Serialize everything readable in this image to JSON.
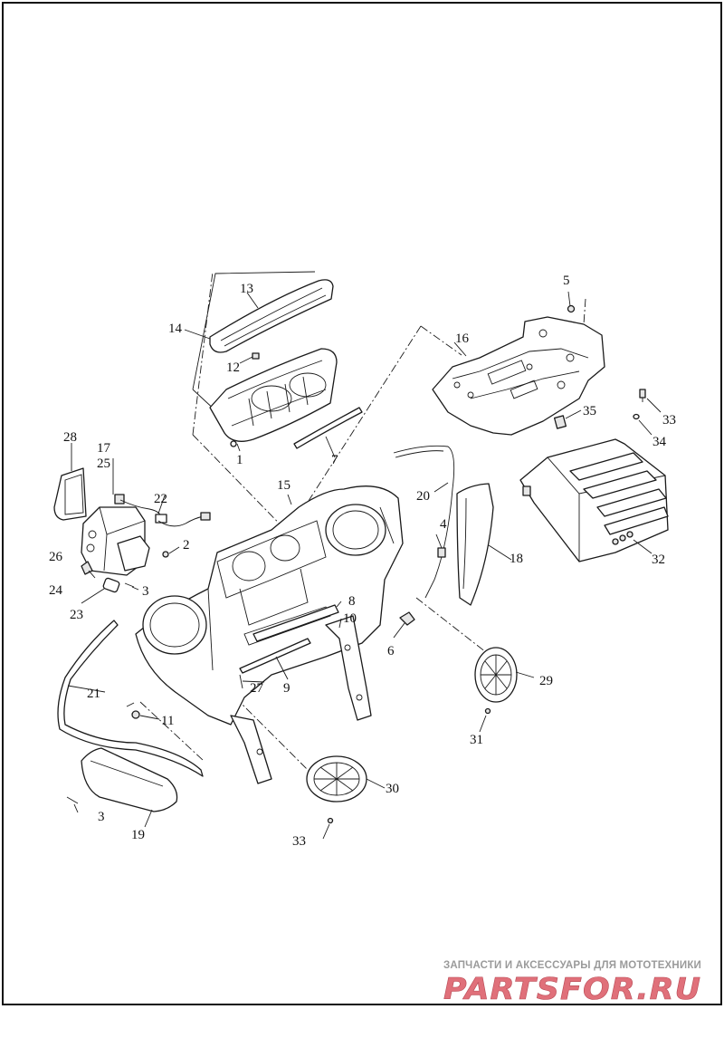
{
  "diagram": {
    "callouts": [
      "1",
      "2",
      "3",
      "3",
      "3",
      "4",
      "5",
      "6",
      "7",
      "8",
      "9",
      "10",
      "11",
      "12",
      "13",
      "14",
      "15",
      "16",
      "17",
      "18",
      "19",
      "20",
      "21",
      "22",
      "23",
      "24",
      "25",
      "26",
      "27",
      "28",
      "29",
      "30",
      "31",
      "32",
      "33",
      "33",
      "34",
      "35"
    ]
  },
  "watermark": {
    "tagline": "ЗАПЧАСТИ И АКСЕССУАРЫ ДЛЯ МОТОТЕХНИКИ",
    "logo": "PARTSFOR.RU",
    "logo_color": "#e0707a",
    "tagline_color": "#9a9a9a"
  }
}
